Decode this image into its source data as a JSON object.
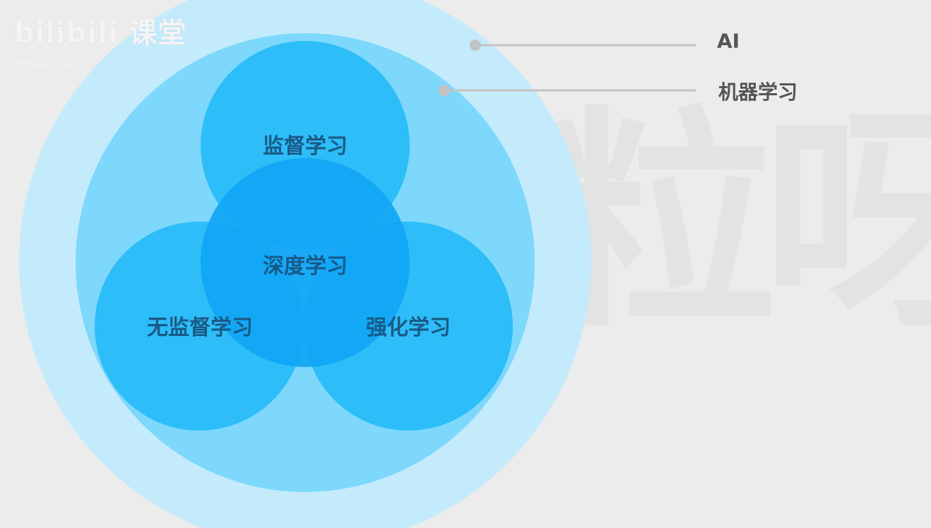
{
  "brand": {
    "logo_text": "bilibili 课堂",
    "uploader": "@林粒粒呀",
    "background_watermark": "粒呀"
  },
  "diagram": {
    "outer": {
      "label": "AI",
      "color": "#c4ebfb"
    },
    "ml": {
      "label": "机器学习",
      "color": "#7dd8fb"
    },
    "subsets": [
      {
        "key": "supervised",
        "label": "监督学习",
        "color": "#29bcf8"
      },
      {
        "key": "unsupervised",
        "label": "无监督学习",
        "color": "#29bcf8"
      },
      {
        "key": "reinforcement",
        "label": "强化学习",
        "color": "#29bcf8"
      }
    ],
    "core": {
      "label": "深度学习",
      "color": "#10a6f5"
    },
    "leader_color": "#c3c3c3"
  }
}
